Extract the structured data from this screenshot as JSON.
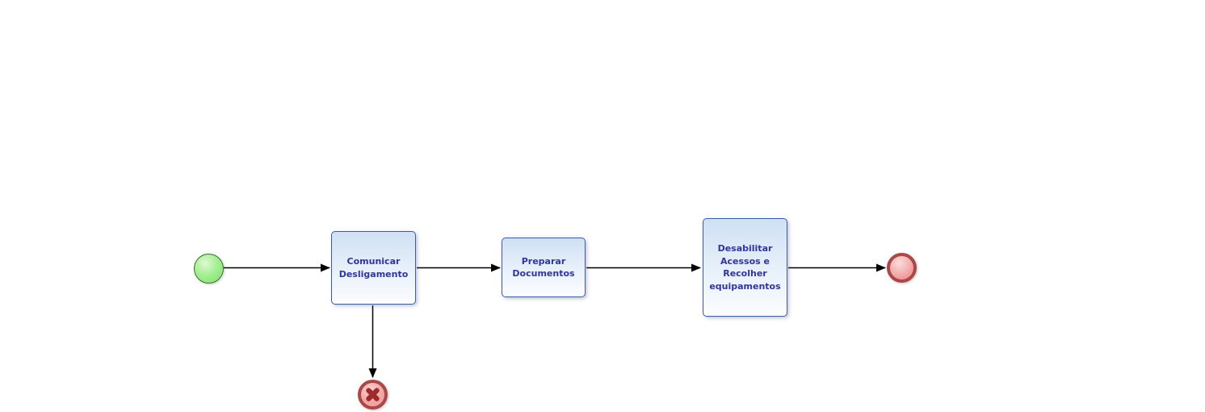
{
  "diagram": {
    "kind": "BPMN process flow",
    "start_event": {
      "name": "start",
      "fill": "#8ce87a",
      "border": "#3e7030"
    },
    "tasks": [
      {
        "label": "Comunicar\nDesligamento"
      },
      {
        "label": "Preparar\nDocumentos"
      },
      {
        "label": "Desabilitar\nAcessos e\nRecolher\nequipamentos"
      }
    ],
    "end_event": {
      "name": "end",
      "fill": "#ec8484",
      "border": "#a84848"
    },
    "cancel_event": {
      "name": "cancel-end",
      "icon": "cancel-x-icon",
      "fill": "#ef9b9b",
      "border": "#a84848",
      "x_color": "#9e2b2b"
    },
    "flows": [
      {
        "from": "start",
        "to": "Comunicar Desligamento"
      },
      {
        "from": "Comunicar Desligamento",
        "to": "Preparar Documentos"
      },
      {
        "from": "Preparar Documentos",
        "to": "Desabilitar Acessos e Recolher equipamentos"
      },
      {
        "from": "Desabilitar Acessos e Recolher equipamentos",
        "to": "end"
      },
      {
        "from": "Comunicar Desligamento",
        "to": "cancel-end"
      }
    ],
    "colors": {
      "task_border": "#3a5ba9",
      "task_text": "#31359b",
      "task_fill_top": "#cfe0f4",
      "task_fill_bottom": "#fcfdff",
      "connector": "#000000",
      "background": "#ffffff"
    }
  }
}
